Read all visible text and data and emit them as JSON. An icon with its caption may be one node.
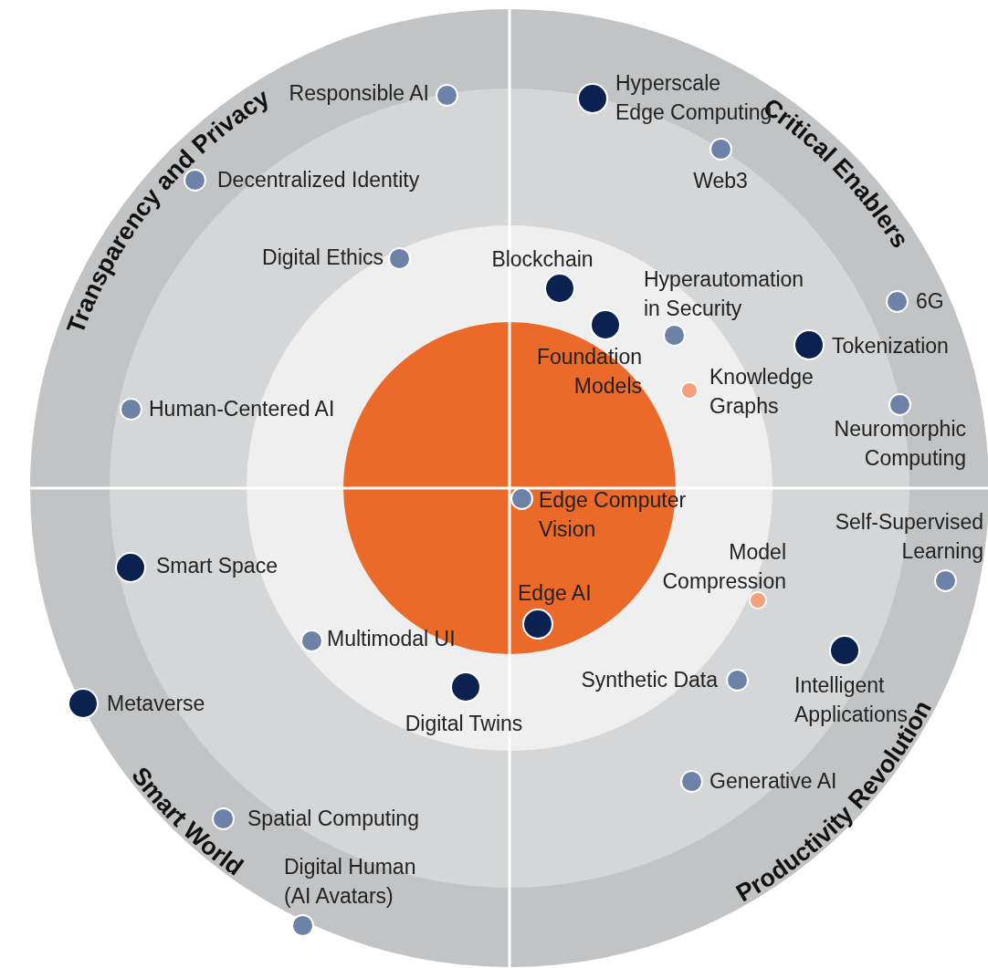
{
  "diagram": {
    "nodes": [
      {
        "text": [],
        "shape": "circle",
        "beside": [
          "Responsible AI"
        ]
      },
      {
        "text": [],
        "shape": "circle",
        "beside": [
          "Hyperscale Edge Computing"
        ]
      },
      {
        "text": [],
        "shape": "circle",
        "beside": [
          "Web3"
        ]
      },
      {
        "text": [],
        "shape": "circle",
        "beside": [
          "Decentralized Identity"
        ]
      },
      {
        "text": [],
        "shape": "circle",
        "beside": [
          "Digital Ethics"
        ]
      },
      {
        "text": [],
        "shape": "circle",
        "beside": [
          "Blockchain"
        ]
      },
      {
        "text": [],
        "shape": "circle",
        "beside": [
          "Hyperautomation in Security"
        ]
      },
      {
        "text": [],
        "shape": "circle",
        "beside": [
          "6G"
        ]
      },
      {
        "text": [],
        "shape": "circle",
        "beside": [
          "Foundation Models"
        ]
      },
      {
        "text": [],
        "shape": "circle",
        "beside": [
          "Tokenization"
        ]
      },
      {
        "text": [],
        "shape": "circle",
        "beside": [
          "Knowledge Graphs"
        ]
      },
      {
        "text": [],
        "shape": "circle",
        "beside": [
          "Human-Centered AI"
        ]
      },
      {
        "text": [],
        "shape": "circle",
        "beside": [
          "Neuromorphic Computing"
        ]
      },
      {
        "text": [],
        "shape": "circle",
        "beside": [
          "Edge Computer Vision"
        ]
      },
      {
        "text": [],
        "shape": "circle",
        "beside": [
          "Self-Supervised Learning"
        ]
      },
      {
        "text": [],
        "shape": "circle",
        "beside": [
          "Smart Space"
        ]
      },
      {
        "text": [],
        "shape": "circle",
        "beside": [
          "Model Compression"
        ]
      },
      {
        "text": [],
        "shape": "circle",
        "beside": [
          "Edge AI"
        ]
      },
      {
        "text": [],
        "shape": "circle",
        "beside": [
          "Multimodal UI"
        ]
      },
      {
        "text": [],
        "shape": "circle",
        "beside": [
          "Intelligent Applications"
        ]
      },
      {
        "text": [],
        "shape": "circle",
        "beside": [
          "Synthetic Data"
        ]
      },
      {
        "text": [],
        "shape": "circle",
        "beside": [
          "Digital Twins"
        ]
      },
      {
        "text": [],
        "shape": "circle",
        "beside": [
          "Metaverse"
        ]
      },
      {
        "text": [],
        "shape": "circle",
        "beside": [
          "Generative AI"
        ]
      },
      {
        "text": [],
        "shape": "circle",
        "beside": [
          "Spatial Computing"
        ]
      },
      {
        "text": [],
        "shape": "circle",
        "beside": [
          "Digital Human (AI Avatars)"
        ]
      }
    ],
    "labels": [
      "Transparency and Privacy",
      "Critical Enablers",
      "Smart World",
      "Productivity Revolution"
    ]
  }
}
